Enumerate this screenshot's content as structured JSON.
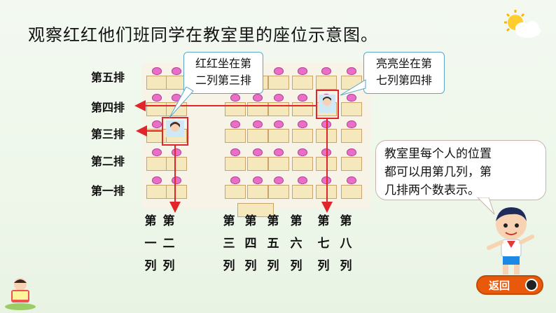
{
  "title": "观察红红他们班同学在教室里的座位示意图。",
  "rows": [
    "第五排",
    "第四排",
    "第三排",
    "第二排",
    "第一排"
  ],
  "columns": [
    {
      "top": "第",
      "mid": "一",
      "bot": "列"
    },
    {
      "top": "第",
      "mid": "二",
      "bot": "列"
    },
    {
      "top": "第",
      "mid": "三",
      "bot": "列"
    },
    {
      "top": "第",
      "mid": "四",
      "bot": "列"
    },
    {
      "top": "第",
      "mid": "五",
      "bot": "列"
    },
    {
      "top": "第",
      "mid": "六",
      "bot": "列"
    },
    {
      "top": "第",
      "mid": "七",
      "bot": "列"
    },
    {
      "top": "第",
      "mid": "八",
      "bot": "列"
    }
  ],
  "callouts": {
    "honghong": {
      "line1": "红红坐在第",
      "line2": "二列第三排"
    },
    "liangliang": {
      "line1": "亮亮坐在第",
      "line2": "七列第四排"
    }
  },
  "bubble": {
    "line1": "教室里每个人的位置",
    "line2": "都可以用第几列，第",
    "line3": "几排两个数表示。"
  },
  "return_button": {
    "label": "返回"
  },
  "colors": {
    "highlight": "#e0262b",
    "chair": "#e86fc5",
    "button": "#e8590c"
  },
  "icons": [
    "sun-icon",
    "cloud-icon",
    "boy-character-icon",
    "reading-boy-icon",
    "return-icon"
  ]
}
